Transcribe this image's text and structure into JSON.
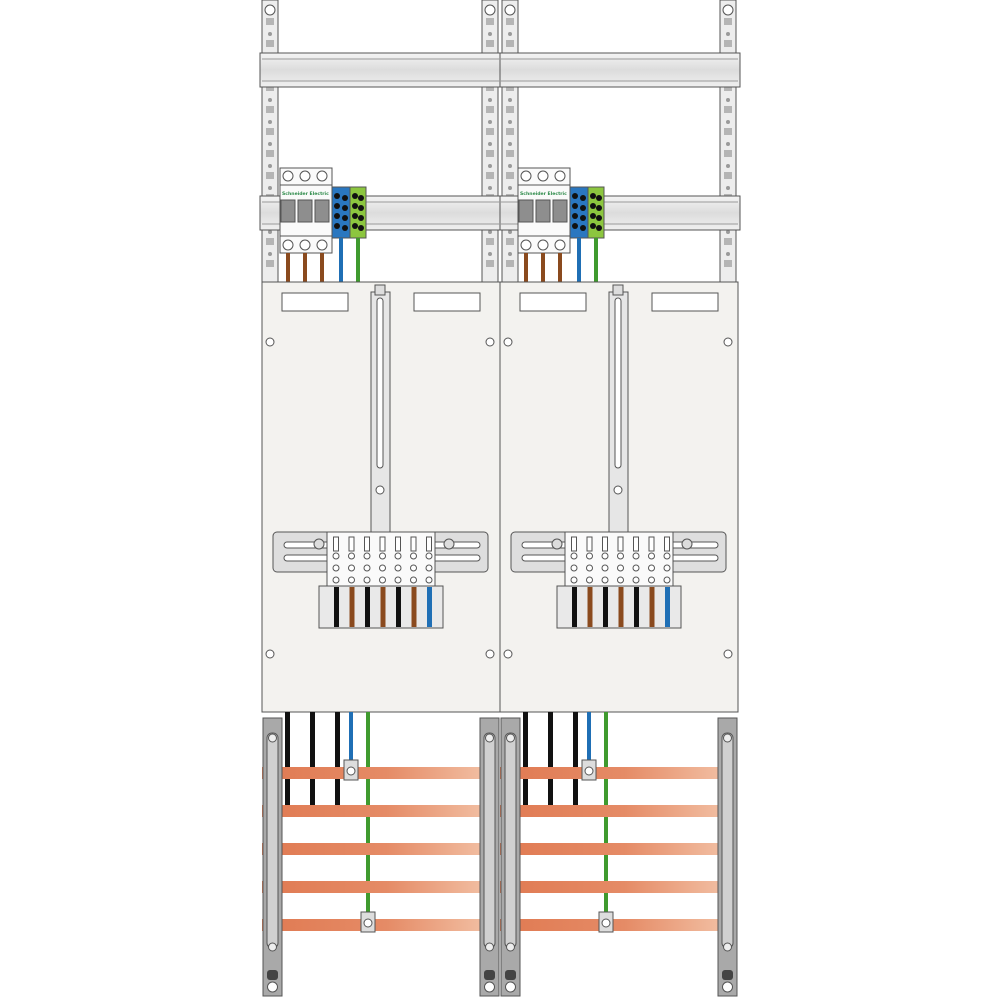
{
  "diagram": {
    "fields": 2,
    "meter_panel": {
      "label_plates": 2,
      "mounting_holes": 4
    },
    "breaker": {
      "poles": 3,
      "brand_logo": "Schneider Electric"
    },
    "terminal_block": {
      "terminals": 7,
      "rows_of_holes": 3,
      "wire_colors": [
        "#111111",
        "#8a4a1e",
        "#111111",
        "#8a4a1e",
        "#111111",
        "#8a4a1e",
        "#1f6fb5"
      ]
    },
    "feed_wires": [
      "#8a4a1e",
      "#8a4a1e",
      "#8a4a1e",
      "#1f6fb5",
      "#3f9a2e"
    ],
    "busbar_count": 5,
    "colors": {
      "rail": "#e4e4e4",
      "panel": "#f3f2ef",
      "outline": "#555555",
      "busbar": "#e07a52",
      "busbar_light": "#f2c0a4",
      "neutral_block": "#2a77c0",
      "earth_block": "#8cc63f",
      "phase_wire": "#8a4a1e",
      "neutral_wire": "#1f6fb5",
      "earth_wire": "#3f9a2e",
      "black_wire": "#111111",
      "support_bar": "#a9a9a9"
    }
  }
}
